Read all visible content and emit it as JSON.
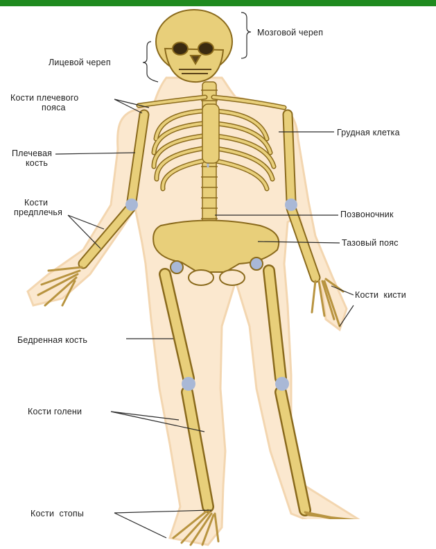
{
  "colors": {
    "top_bar": "#1f8a1f",
    "bone": "#e8cf7a",
    "bone_outline": "#8a6a1c",
    "cartilage": "#a9b8d6",
    "body_silhouette": "#fbe8cf",
    "leader_line": "#2a2a2a"
  },
  "icons": {
    "skeleton": "human-skeleton-icon"
  },
  "labels": {
    "cranium": "Мозговой череп",
    "facial_skull": "Лицевой череп",
    "shoulder_girdle_1": "Кости плечевого",
    "shoulder_girdle_2": "пояса",
    "ribcage": "Грудная клетка",
    "humerus_1": "Плечевая",
    "humerus_2": "кость",
    "forearm_1": "Кости",
    "forearm_2": "предплечья",
    "spine": "Позвоночник",
    "pelvic_girdle": "Тазовый пояс",
    "hand_bones": "Кости  кисти",
    "femur": "Бедренная кость",
    "shin_bones": "Кости голени",
    "foot_bones": "Кости  стопы"
  }
}
